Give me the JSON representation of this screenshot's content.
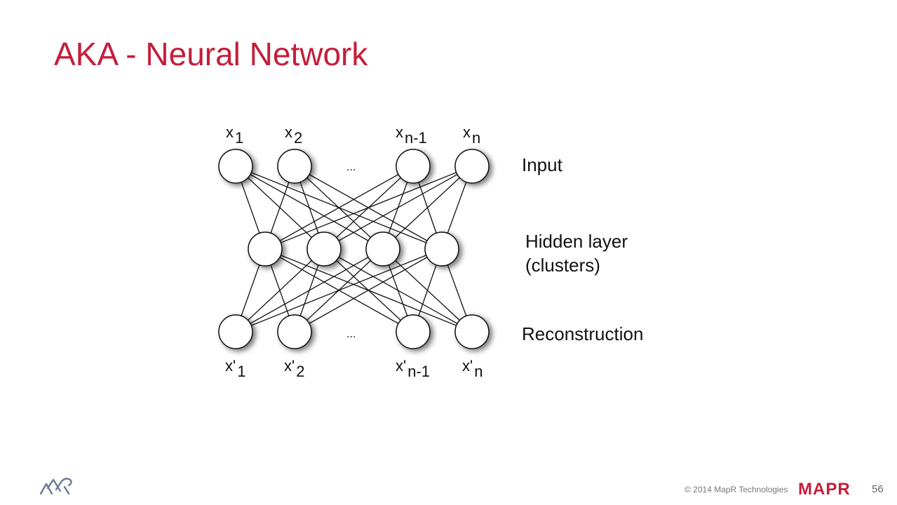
{
  "title": "AKA - Neural Network",
  "layers": {
    "input_label": "Input",
    "hidden_label_line1": "Hidden layer",
    "hidden_label_line2": "(clusters)",
    "reconstruction_label": "Reconstruction"
  },
  "input_nodes": [
    {
      "base": "x",
      "sub": "1"
    },
    {
      "base": "x",
      "sub": "2"
    },
    {
      "base": "x",
      "sub": "n-1"
    },
    {
      "base": "x",
      "sub": "n"
    }
  ],
  "output_nodes": [
    {
      "base": "x'",
      "sub": "1"
    },
    {
      "base": "x'",
      "sub": "2"
    },
    {
      "base": "x'",
      "sub": "n-1"
    },
    {
      "base": "x'",
      "sub": "n"
    }
  ],
  "ellipsis": "...",
  "footer": {
    "copyright": "© 2014 MapR Technologies",
    "brand": "MAPR",
    "page_number": "56",
    "logo_icon": "elephant-logo-icon"
  },
  "colors": {
    "title": "#c41e3a",
    "brand": "#c41e3a"
  }
}
